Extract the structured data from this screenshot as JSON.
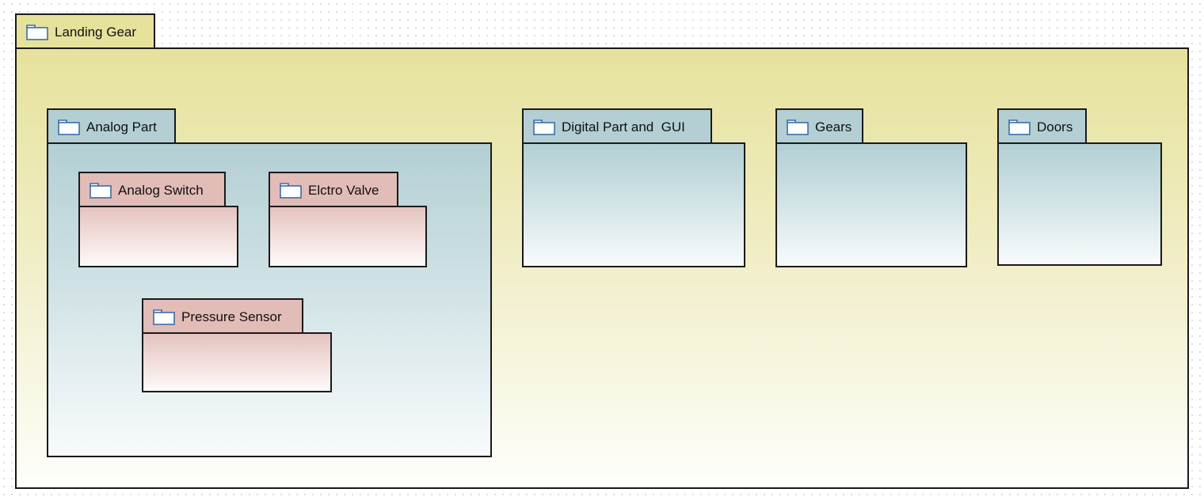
{
  "diagram": {
    "type": "package-diagram",
    "icon": "folder-icon",
    "colors": {
      "outer_package": "#e6e29c",
      "blue_package": "#b3cfd4",
      "pink_package": "#e2bcb7",
      "border": "#1a1a1a",
      "icon_stroke": "#3a6ea8"
    },
    "packages": {
      "landing_gear": {
        "label": "Landing Gear",
        "children": [
          "analog_part",
          "digital_part_gui",
          "gears",
          "doors"
        ]
      },
      "analog_part": {
        "label": "Analog Part",
        "children": [
          "analog_switch",
          "elctro_valve",
          "pressure_sensor"
        ]
      },
      "analog_switch": {
        "label": "Analog Switch"
      },
      "elctro_valve": {
        "label": "Elctro Valve"
      },
      "pressure_sensor": {
        "label": "Pressure Sensor"
      },
      "digital_part_gui": {
        "label": "Digital Part and  GUI"
      },
      "gears": {
        "label": "Gears"
      },
      "doors": {
        "label": "Doors"
      }
    }
  }
}
